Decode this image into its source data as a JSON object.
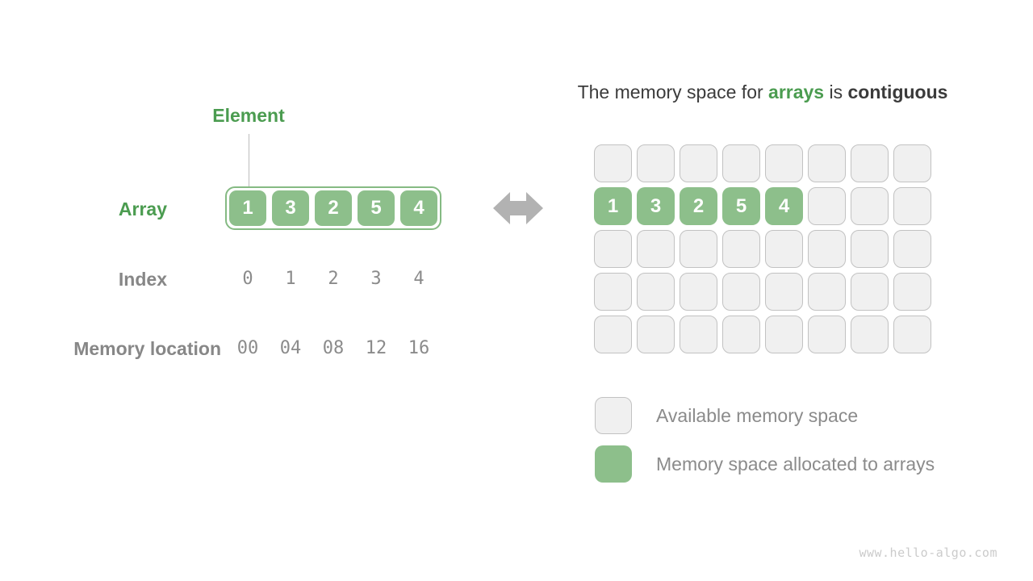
{
  "left": {
    "element_label": "Element",
    "array_label": "Array",
    "array_values": [
      "1",
      "3",
      "2",
      "5",
      "4"
    ],
    "index_label": "Index",
    "index_values": [
      "0",
      "1",
      "2",
      "3",
      "4"
    ],
    "memory_label": "Memory location",
    "memory_values": [
      "00",
      "04",
      "08",
      "12",
      "16"
    ]
  },
  "right": {
    "title": {
      "prefix": "The memory space for ",
      "highlight": "arrays",
      "middle": " is ",
      "bold": "contiguous"
    },
    "grid": {
      "columns": 8,
      "rows": 5,
      "allocated_row": 1,
      "allocated_values": [
        "1",
        "3",
        "2",
        "5",
        "4"
      ]
    },
    "legend": [
      {
        "type": "available",
        "label": "Available memory space"
      },
      {
        "type": "allocated",
        "label": "Memory space allocated to arrays"
      }
    ]
  },
  "watermark": "www.hello-algo.com",
  "colors": {
    "allocated_green": "#8dbf8b",
    "green_text": "#4b9c50",
    "available_gray": "#f0f0f0",
    "cell_border_gray": "#c2c2c2",
    "label_gray": "#878787",
    "title_dark": "#3b3b3b",
    "arrow_gray": "#b2b2b2"
  }
}
